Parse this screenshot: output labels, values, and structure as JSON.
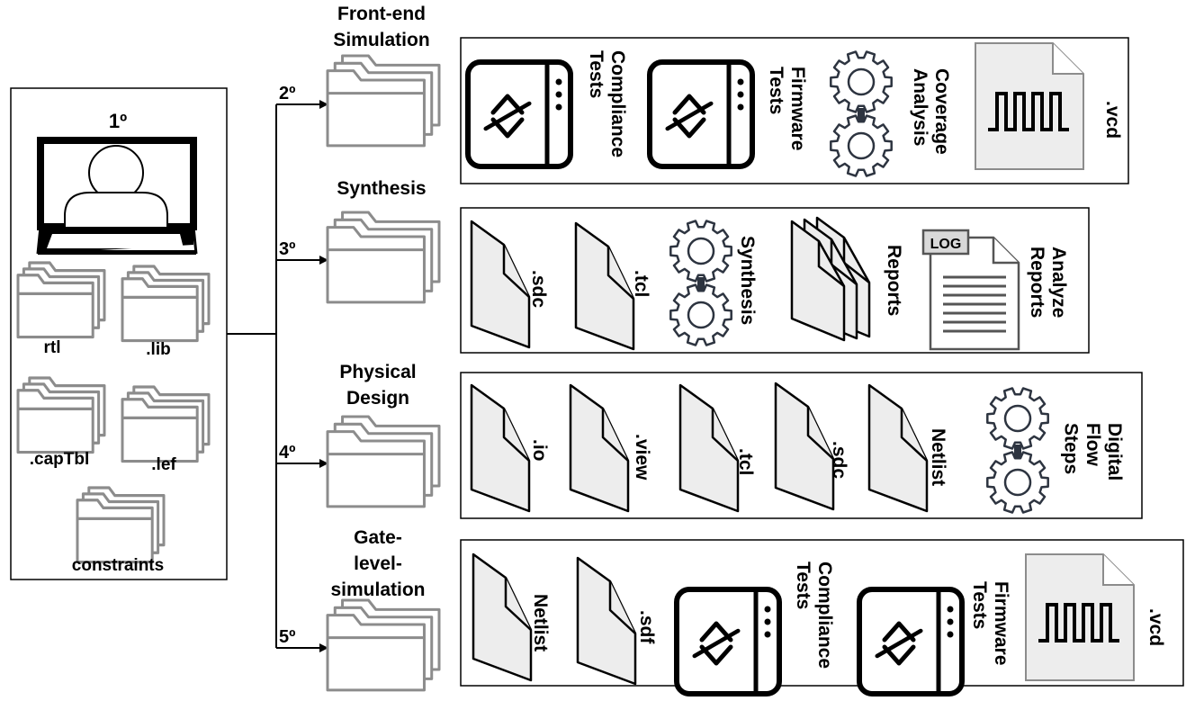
{
  "start": {
    "step": "1º",
    "folders": [
      "rtl",
      ".lib",
      ".capTbl",
      ".lef",
      "constraints"
    ]
  },
  "stages": [
    {
      "step": "2º",
      "title": [
        "Front-end",
        "Simulation"
      ],
      "items": [
        {
          "icon": "code-window-icon",
          "label": [
            "Compliance",
            "Tests"
          ]
        },
        {
          "icon": "code-window-icon",
          "label": [
            "Firmware",
            "Tests"
          ]
        },
        {
          "icon": "gears-icon",
          "label": [
            "Coverage",
            "Analysis"
          ]
        },
        {
          "icon": "waveform-file-icon",
          "label": [
            ".vcd"
          ]
        }
      ]
    },
    {
      "step": "3º",
      "title": [
        "Synthesis"
      ],
      "items": [
        {
          "icon": "file-icon",
          "label": [
            ".sdc"
          ]
        },
        {
          "icon": "file-icon",
          "label": [
            ".tcl"
          ]
        },
        {
          "icon": "gears-icon",
          "label": [
            "Synthesis"
          ]
        },
        {
          "icon": "file-stack-icon",
          "label": [
            "Reports"
          ]
        },
        {
          "icon": "log-file-icon",
          "badge": "LOG",
          "label": [
            "Analyze",
            "Reports"
          ]
        }
      ]
    },
    {
      "step": "4º",
      "title": [
        "Physical",
        "Design"
      ],
      "items": [
        {
          "icon": "file-icon",
          "label": [
            ".io"
          ]
        },
        {
          "icon": "file-icon",
          "label": [
            ".view"
          ]
        },
        {
          "icon": "file-icon",
          "label": [
            ".tcl"
          ]
        },
        {
          "icon": "file-icon",
          "label": [
            ".sdc"
          ]
        },
        {
          "icon": "file-icon",
          "label": [
            "Netlist"
          ]
        },
        {
          "icon": "gears-icon",
          "label": [
            "Digital",
            "Flow",
            "Steps"
          ]
        }
      ]
    },
    {
      "step": "5º",
      "title": [
        "Gate-",
        "level-",
        "simulation"
      ],
      "items": [
        {
          "icon": "file-icon",
          "label": [
            "Netlist"
          ]
        },
        {
          "icon": "file-icon",
          "label": [
            ".sdf"
          ]
        },
        {
          "icon": "code-window-icon",
          "label": [
            "Compliance",
            "Tests"
          ]
        },
        {
          "icon": "code-window-icon",
          "label": [
            "Firmware",
            "Tests"
          ]
        },
        {
          "icon": "waveform-file-icon",
          "label": [
            ".vcd"
          ]
        }
      ]
    }
  ]
}
